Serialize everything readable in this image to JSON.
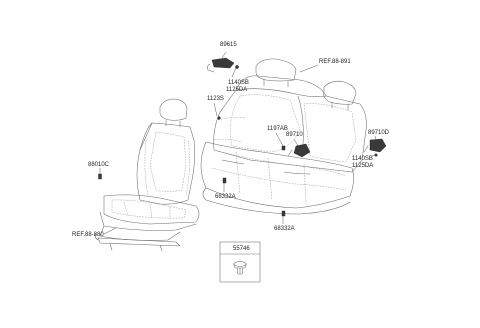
{
  "labels": {
    "p89615": "89615",
    "p1140sb_a": "1140SB",
    "p1125da_a": "1125DA",
    "p1123s": "1123S",
    "p1197ab": "1197AB",
    "p89710": "89710",
    "p89710d": "89710D",
    "p1140sb_b": "1140SB",
    "p1125da_b": "1125DA",
    "ref_891": "REF.88-891",
    "p88010c": "88010C",
    "ref_880": "REF.88-880",
    "p68332a_a": "68332A",
    "p68332a_b": "68332A",
    "p55746": "55746"
  }
}
